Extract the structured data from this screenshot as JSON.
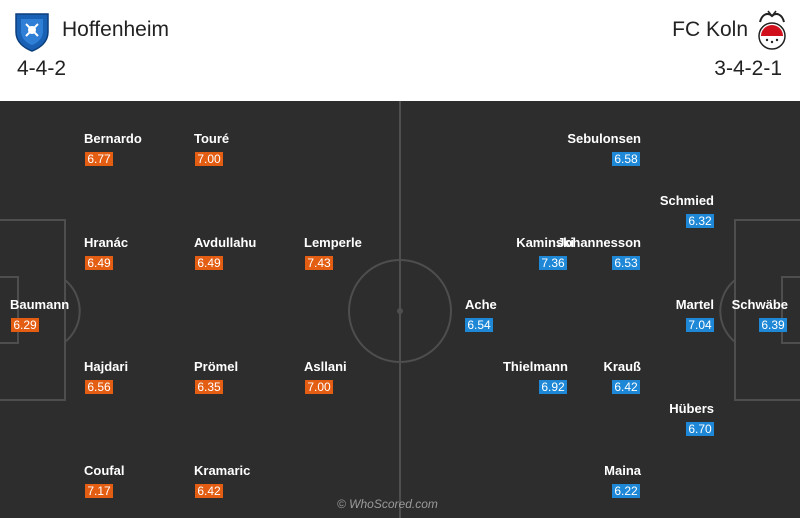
{
  "home": {
    "name": "Hoffenheim",
    "formation": "4-4-2",
    "badge_icon": "hoffenheim-crest-icon",
    "color": "#e35d12",
    "players": [
      {
        "name": "Bernardo",
        "rating": "6.77"
      },
      {
        "name": "Touré",
        "rating": "7.00"
      },
      {
        "name": "Hranác",
        "rating": "6.49"
      },
      {
        "name": "Avdullahu",
        "rating": "6.49"
      },
      {
        "name": "Lemperle",
        "rating": "7.43"
      },
      {
        "name": "Baumann",
        "rating": "6.29"
      },
      {
        "name": "Hajdari",
        "rating": "6.56"
      },
      {
        "name": "Prömel",
        "rating": "6.35"
      },
      {
        "name": "Asllani",
        "rating": "7.00"
      },
      {
        "name": "Coufal",
        "rating": "7.17"
      },
      {
        "name": "Kramaric",
        "rating": "6.42"
      }
    ]
  },
  "away": {
    "name": "FC Koln",
    "formation": "3-4-2-1",
    "badge_icon": "fc-koln-crest-icon",
    "color": "#1e88d7",
    "players": [
      {
        "name": "Sebulonsen",
        "rating": "6.58"
      },
      {
        "name": "Schmied",
        "rating": "6.32"
      },
      {
        "name": "Kaminski",
        "rating": "7.36"
      },
      {
        "name": "Johannesson",
        "rating": "6.53"
      },
      {
        "name": "Ache",
        "rating": "6.54"
      },
      {
        "name": "Martel",
        "rating": "7.04"
      },
      {
        "name": "Schwäbe",
        "rating": "6.39"
      },
      {
        "name": "Thielmann",
        "rating": "6.92"
      },
      {
        "name": "Krauß",
        "rating": "6.42"
      },
      {
        "name": "Hübers",
        "rating": "6.70"
      },
      {
        "name": "Maina",
        "rating": "6.22"
      }
    ]
  },
  "watermark": "© WhoScored.com"
}
